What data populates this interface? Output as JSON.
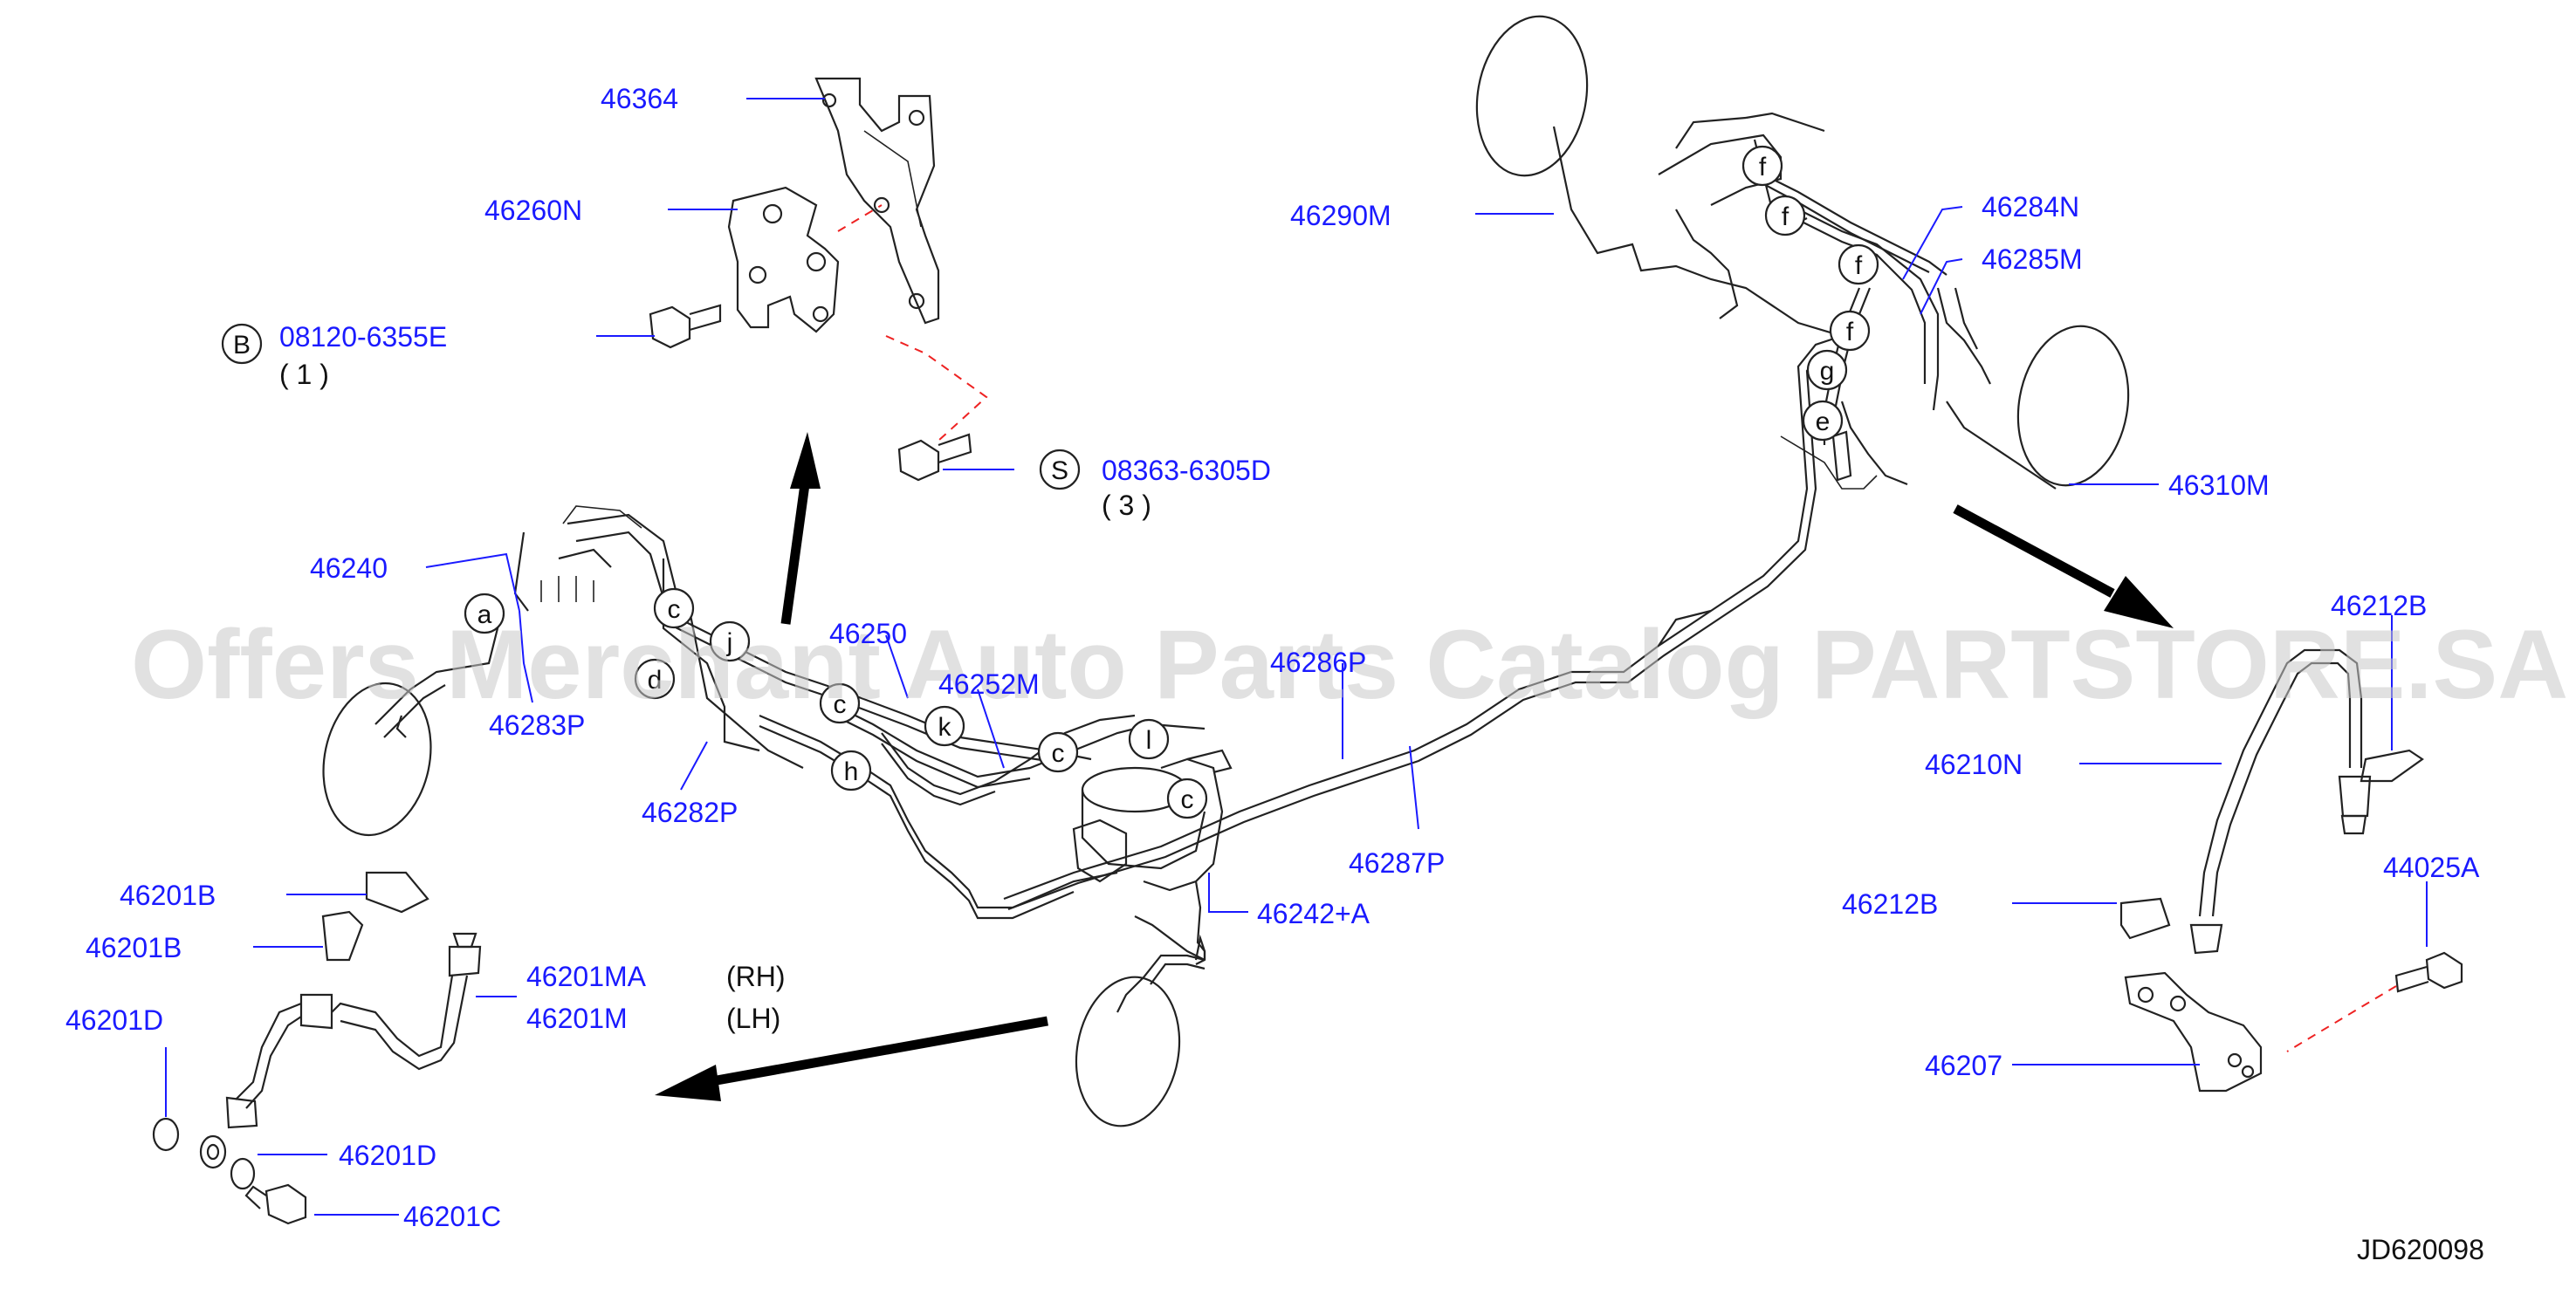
{
  "diagram_code": "JD620098",
  "watermark": "Offers Merchant Auto Parts Catalog PARTSTORE.SA",
  "part_labels": {
    "p46364": "46364",
    "p46260N": "46260N",
    "p46240": "46240",
    "p46283P": "46283P",
    "p46282P": "46282P",
    "p46250": "46250",
    "p46252M": "46252M",
    "p46286P": "46286P",
    "p46287P": "46287P",
    "p46242A": "46242+A",
    "p46290M": "46290M",
    "p46284N": "46284N",
    "p46285M": "46285M",
    "p46310M": "46310M",
    "p46212B_top": "46212B",
    "p46210N": "46210N",
    "p44025A": "44025A",
    "p46212B_bot": "46212B",
    "p46207": "46207",
    "p46201B_1": "46201B",
    "p46201B_2": "46201B",
    "p46201D_1": "46201D",
    "p46201D_2": "46201D",
    "p46201C": "46201C",
    "p46201MA": "46201MA",
    "p46201M": "46201M"
  },
  "side_notes": {
    "rh": "(RH)",
    "lh": "(LH)"
  },
  "fasteners": {
    "bolt_b": {
      "symbol": "B",
      "part": "08120-6355E",
      "qty": "( 1 )"
    },
    "screw_s": {
      "symbol": "S",
      "part": "08363-6305D",
      "qty": "( 3 )"
    }
  },
  "callouts": {
    "a": "a",
    "c1": "c",
    "c2": "c",
    "c3": "c",
    "c4": "c",
    "d": "d",
    "e": "e",
    "f1": "f",
    "f2": "f",
    "f3": "f",
    "f4": "f",
    "g": "g",
    "h": "h",
    "j": "j",
    "k": "k",
    "l": "l"
  }
}
